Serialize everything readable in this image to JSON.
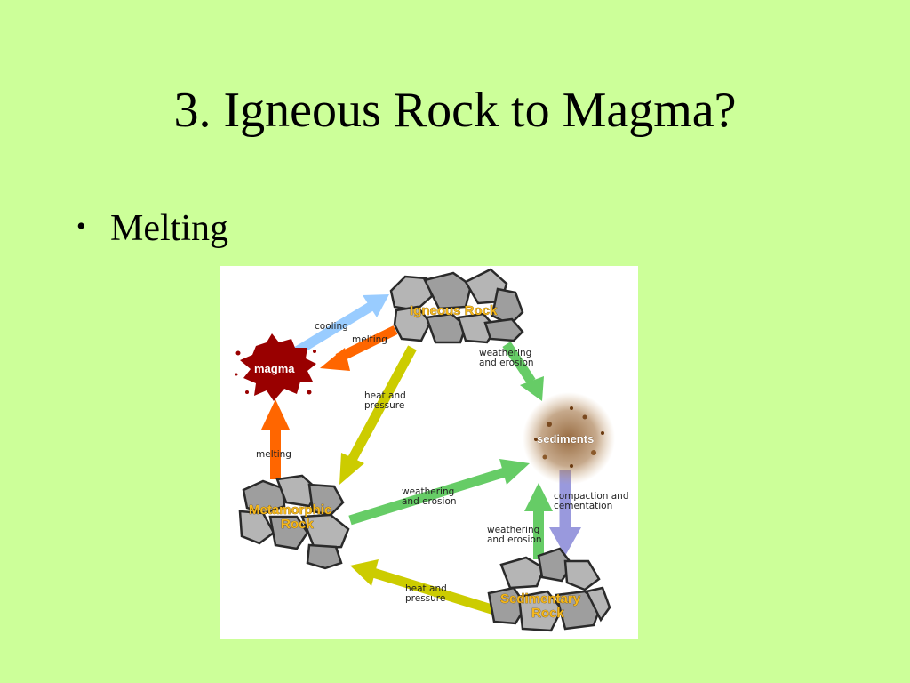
{
  "slide": {
    "title": "3. Igneous Rock to Magma?",
    "bullets": [
      {
        "marker": "•",
        "text": "Melting"
      }
    ]
  },
  "diagram": {
    "nodes": {
      "igneous": "Igneous Rock",
      "magma": "magma",
      "sediments": "sediments",
      "metamorphic_1": "Metamorphic",
      "metamorphic_2": "Rock",
      "sedimentary_1": "Sedimentary",
      "sedimentary_2": "Rock"
    },
    "arrows": {
      "cooling": "cooling",
      "melting_igneous": "melting",
      "weathering_igneous_1": "weathering",
      "weathering_igneous_2": "and erosion",
      "heat_igneous_1": "heat and",
      "heat_igneous_2": "pressure",
      "melting_meta": "melting",
      "weathering_meta_1": "weathering",
      "weathering_meta_2": "and erosion",
      "compaction_1": "compaction and",
      "compaction_2": "cementation",
      "weathering_sed_1": "weathering",
      "weathering_sed_2": "and erosion",
      "heat_sed_1": "heat and",
      "heat_sed_2": "pressure"
    },
    "colors": {
      "background": "#ccff99",
      "cooling": "#99ccff",
      "melting": "#ff6600",
      "weathering": "#66cc66",
      "heat_pressure": "#cccc00",
      "compaction": "#9999dd",
      "magma": "#990000",
      "node_label": "#f6b81c"
    }
  }
}
